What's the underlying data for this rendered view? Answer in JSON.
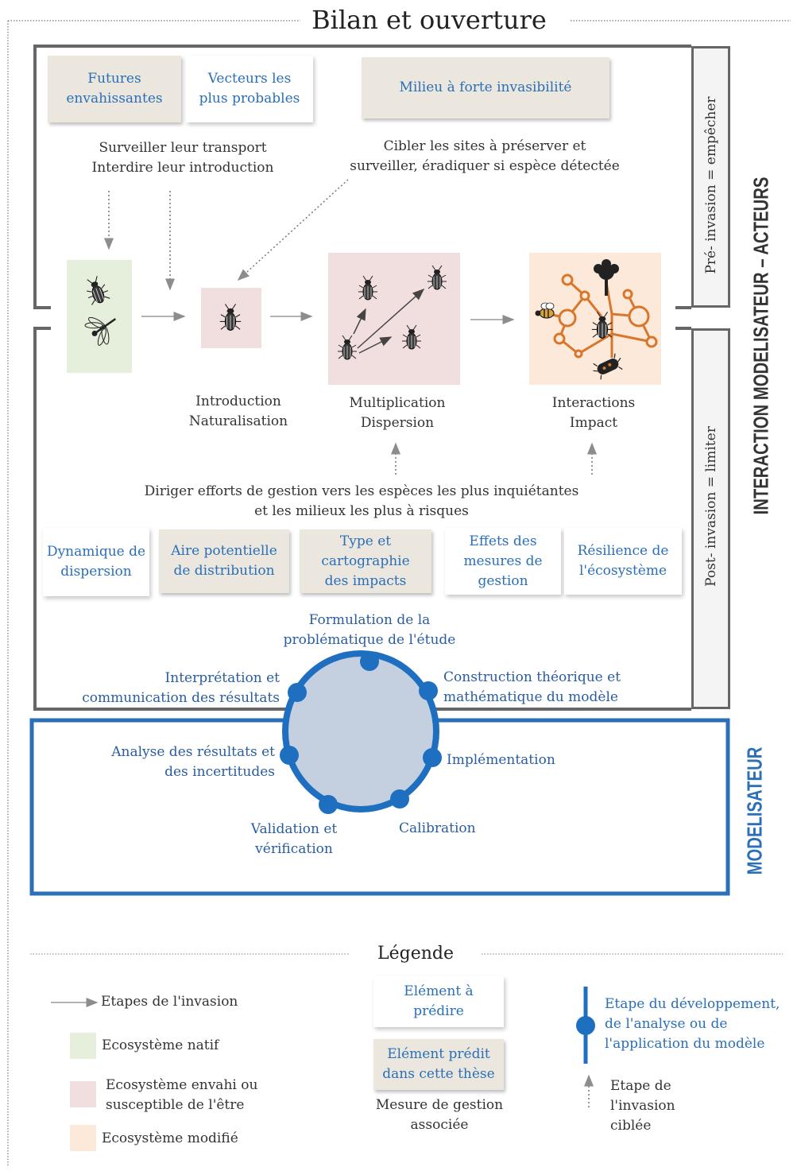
{
  "title": "Bilan et ouverture",
  "side_labels": {
    "pre": "Pré- invasion = empêcher",
    "post": "Post- invasion = limiter",
    "actors": "INTERACTION MODELISATEUR – ACTEURS",
    "modeler": "MODELISATEUR"
  },
  "top_cards": {
    "futures": "Futures envahissantes",
    "vecteurs": "Vecteurs les plus probables",
    "milieu": "Milieu à forte invasibilité"
  },
  "top_actions": {
    "left": [
      "Surveiller leur transport",
      "Interdire leur introduction"
    ],
    "right": [
      "Cibler les sites à préserver et",
      "surveiller, éradiquer si espèce détectée"
    ]
  },
  "stages": {
    "introduction": [
      "Introduction",
      "Naturalisation"
    ],
    "multiplication": [
      "Multiplication",
      "Dispersion"
    ],
    "interactions": [
      "Interactions",
      "Impact"
    ]
  },
  "bottom_action": [
    "Diriger efforts de gestion vers les espèces les plus inquiétantes",
    "et les milieux les plus à risques"
  ],
  "bottom_cards": {
    "dynamique": "Dynamique de dispersion",
    "aire": "Aire potentielle de distribution",
    "type": "Type et cartographie des impacts",
    "effets": "Effets des mesures de gestion",
    "resilience": "Résilience de l'écosystème"
  },
  "cycle": {
    "formulation": [
      "Formulation de la",
      "problématique de l'étude"
    ],
    "construction": [
      "Construction théorique et",
      "mathématique du modèle"
    ],
    "implementation": "Implémentation",
    "calibration": "Calibration",
    "validation": [
      "Validation et",
      "vérification"
    ],
    "analyse": [
      "Analyse des résultats et",
      "des incertitudes"
    ],
    "interpretation": [
      "Interprétation et",
      "communication des résultats"
    ]
  },
  "legend": {
    "title": "Légende",
    "stages_arrow": "Etapes de l'invasion",
    "native": "Ecosystème natif",
    "invaded": "Ecosystème envahi ou susceptible de l'être",
    "modified": "Ecosystème modifié",
    "to_predict": "Elément à prédire",
    "predicted": "Elément prédit dans cette thèse",
    "management": "Mesure de gestion associée",
    "model_stage": "Etape du développement, de l'analyse ou de l'application du modèle",
    "targeted": "Etape de l'invasion ciblée"
  },
  "colors": {
    "native": "#e6eedc",
    "invaded": "#f1dede",
    "modified": "#fde9da",
    "beige_card": "#ebe7df",
    "blue": "#2a6fb7",
    "cycle_fill": "#c4cfdf",
    "impact_orange": "#d9762b"
  },
  "icons": [
    "beetle-icon",
    "dragonfly-icon",
    "tree-icon",
    "bee-icon",
    "bacteria-icon"
  ]
}
